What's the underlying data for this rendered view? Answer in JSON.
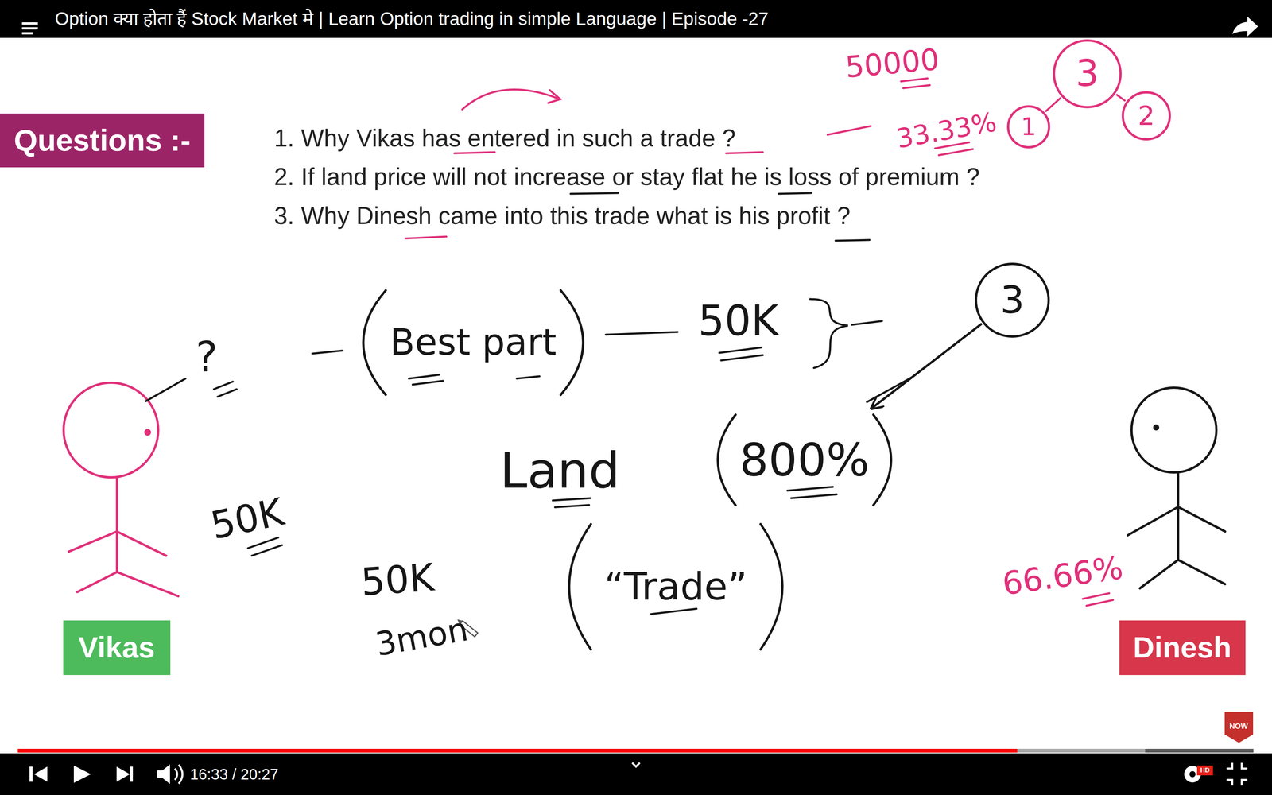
{
  "diagram": {
    "title": "Option क्या होता हैं Stock Market मे | Learn Option trading in simple Language | Episode -27",
    "nodes": [
      {
        "text": [
          "Questions :-"
        ]
      },
      {
        "text": [
          "3"
        ]
      },
      {
        "text": [
          "1"
        ]
      },
      {
        "text": [
          "2"
        ]
      },
      {
        "text": [
          "Best part"
        ]
      },
      {
        "text": [
          "3"
        ]
      },
      {
        "text": [
          "800%"
        ]
      },
      {
        "text": [
          "“Trade”"
        ]
      },
      {
        "text": [
          "Vikas"
        ]
      },
      {
        "text": [
          "Dinesh"
        ]
      }
    ],
    "edges": [
      {
        "from": 1,
        "to": 2,
        "arrow": "none"
      },
      {
        "from": 1,
        "to": 3,
        "arrow": "none"
      },
      {
        "from": 5,
        "to": 6,
        "arrow": "to"
      }
    ],
    "labels": [
      "1. Why Vikas has entered in such a trade ?",
      "2. If land price will not increase or stay flat he is loss of premium ?",
      "3. Why Dinesh came into this trade what is his profit ?",
      "50000",
      "33.33%",
      "?",
      "50K",
      "50K",
      "Land",
      "50K",
      "3mon",
      "66.66%",
      "16:33 / 20:27",
      "HD",
      "NOW"
    ]
  }
}
